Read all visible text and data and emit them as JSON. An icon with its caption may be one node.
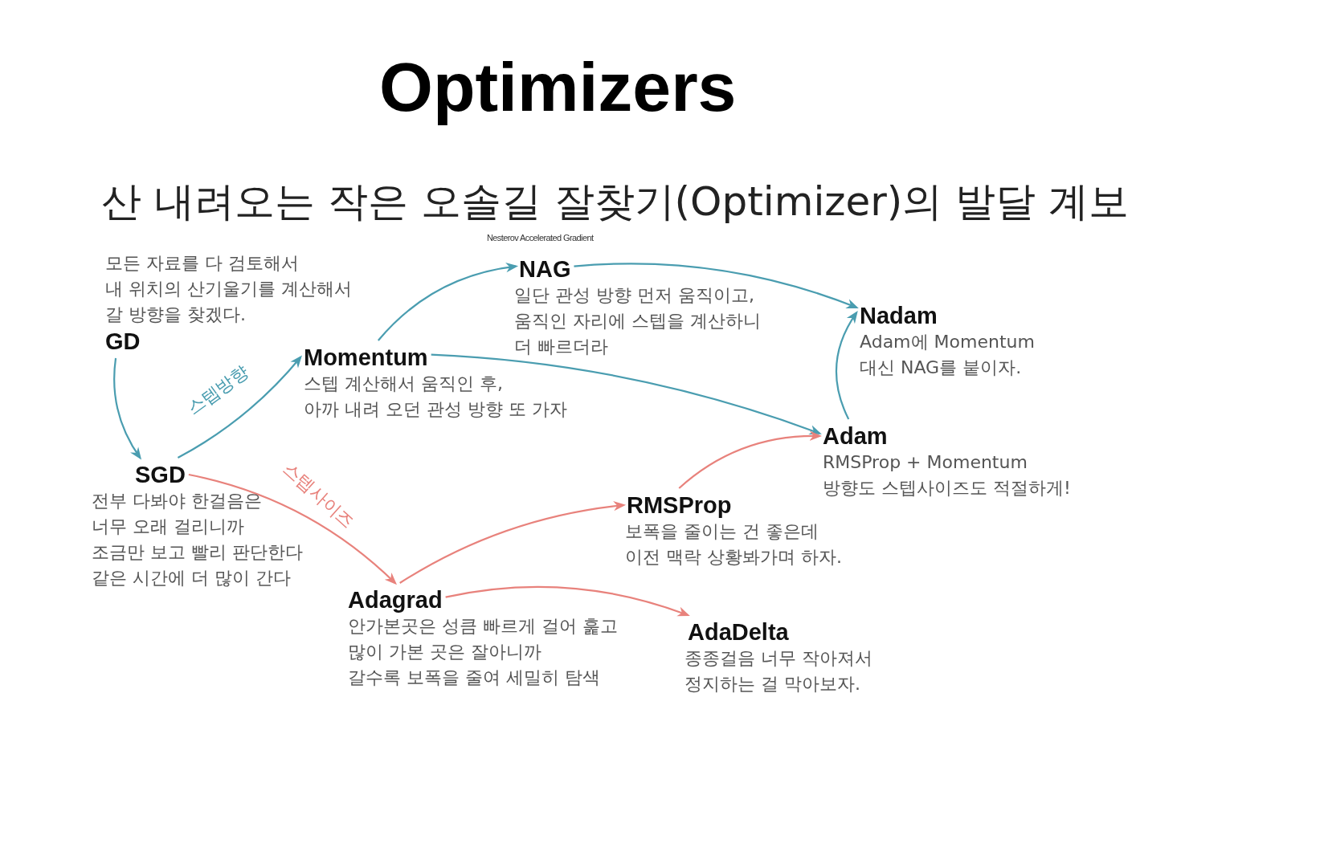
{
  "diagram": {
    "title": "Optimizers",
    "nodes": [
      {
        "text": [
          "모든 자료를 다 검토해서 내 위치의 산기울기를 계산해서 갈 방향을 찾겠다.",
          "GD"
        ]
      },
      {
        "text": [
          "SGD",
          "전부 다봐야 한걸음은 너무 오래 걸리니까 조금만 보고 빨리 판단한다 같은 시간에 더 많이 간다"
        ]
      },
      {
        "text": [
          "Momentum",
          "스텝 계산해서 움직인 후, 아까 내려 오던 관성 방향 또 가자"
        ]
      },
      {
        "text": [
          "NAG",
          "일단 관성 방향 먼저 움직이고, 움직인 자리에 스텝을 계산하니 더 빠르더라"
        ],
        "beside": [
          "Nesterov Accelerated Gradient"
        ]
      },
      {
        "text": [
          "Adagrad",
          "안가본곳은 성큼 빠르게 걸어 훑고 많이 가본 곳은 잘아니까 갈수록 보폭을 줄여 세밀히 탐색"
        ]
      },
      {
        "text": [
          "RMSProp",
          "보폭을 줄이는 건 좋은데 이전 맥락 상황봐가며 하자."
        ]
      },
      {
        "text": [
          "AdaDelta",
          "종종걸음 너무 작아져서 정지하는 걸 막아보자."
        ]
      },
      {
        "text": [
          "Adam",
          "RMSProp + Momentum 방향도 스텝사이즈도 적절하게!"
        ]
      },
      {
        "text": [
          "Nadam",
          "Adam에 Momentum 대신 NAG를 붙이자."
        ]
      }
    ],
    "edges": [
      {
        "from": 0,
        "to": 1,
        "arrow": "to",
        "color": "#4a9db0"
      },
      {
        "from": 1,
        "to": 2,
        "arrow": "to",
        "label": "스텝방향",
        "color": "#4a9db0"
      },
      {
        "from": 1,
        "to": 4,
        "arrow": "to",
        "label": "스텝사이즈",
        "color": "#e8827c"
      },
      {
        "from": 2,
        "to": 3,
        "arrow": "to",
        "color": "#4a9db0"
      },
      {
        "from": 2,
        "to": 7,
        "arrow": "to",
        "color": "#4a9db0"
      },
      {
        "from": 3,
        "to": 8,
        "arrow": "to",
        "color": "#4a9db0"
      },
      {
        "from": 7,
        "to": 8,
        "arrow": "to",
        "color": "#4a9db0"
      },
      {
        "from": 4,
        "to": 5,
        "arrow": "to",
        "color": "#e8827c"
      },
      {
        "from": 4,
        "to": 6,
        "arrow": "to",
        "color": "#e8827c"
      },
      {
        "from": 5,
        "to": 7,
        "arrow": "to",
        "color": "#e8827c"
      }
    ],
    "labels": [
      "산 내려오는 작은 오솔길 잘찾기(Optimizer)의 발달 계보"
    ]
  }
}
